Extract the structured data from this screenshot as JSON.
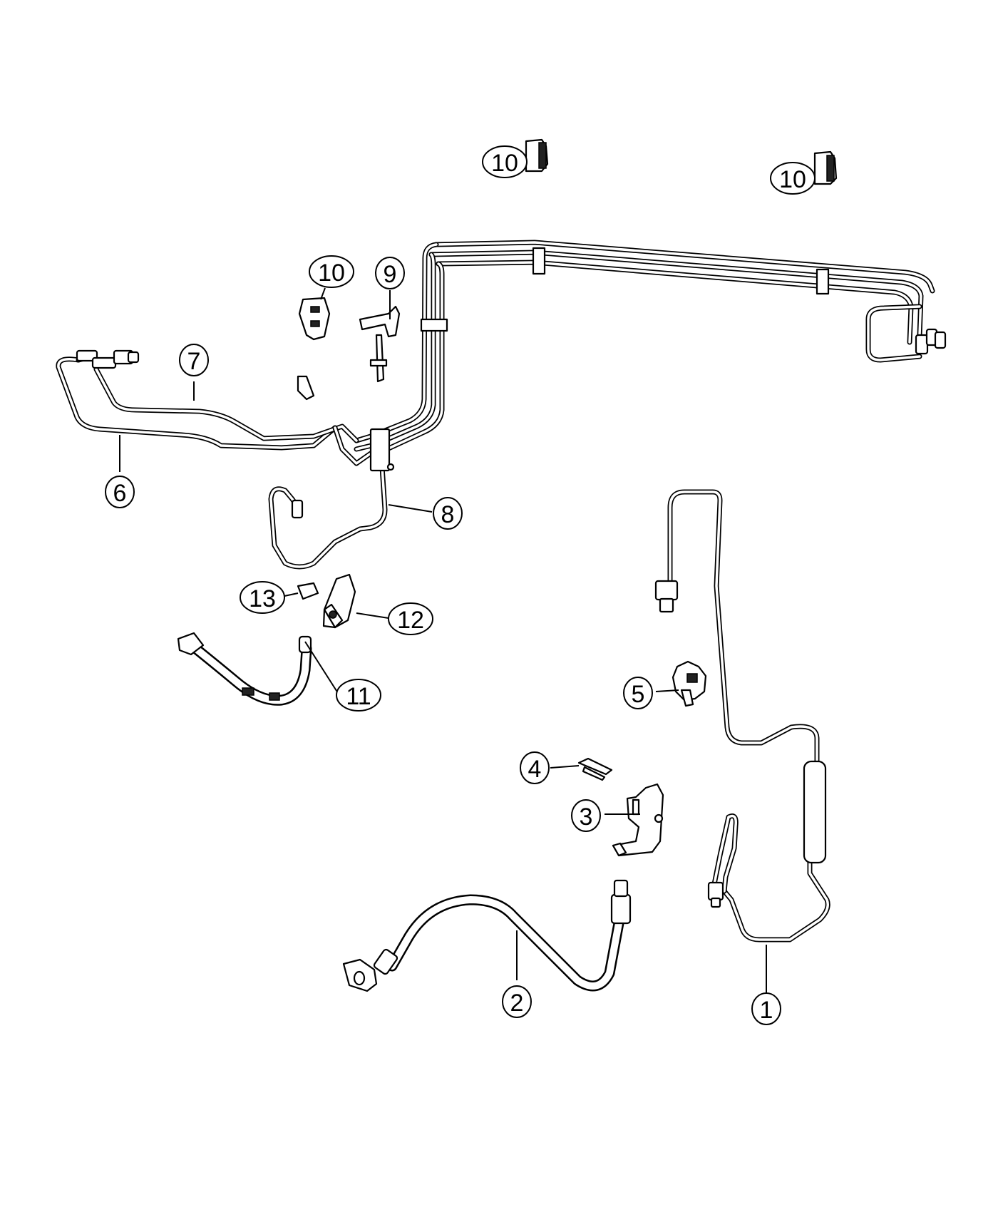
{
  "callouts": [
    {
      "id": "c1",
      "label": "1"
    },
    {
      "id": "c2",
      "label": "2"
    },
    {
      "id": "c3",
      "label": "3"
    },
    {
      "id": "c4",
      "label": "4"
    },
    {
      "id": "c5",
      "label": "5"
    },
    {
      "id": "c6",
      "label": "6"
    },
    {
      "id": "c7",
      "label": "7"
    },
    {
      "id": "c8",
      "label": "8"
    },
    {
      "id": "c9",
      "label": "9"
    },
    {
      "id": "c10a",
      "label": "10"
    },
    {
      "id": "c10b",
      "label": "10"
    },
    {
      "id": "c10c",
      "label": "10"
    },
    {
      "id": "c11",
      "label": "11"
    },
    {
      "id": "c12",
      "label": "12"
    },
    {
      "id": "c13",
      "label": "13"
    }
  ]
}
